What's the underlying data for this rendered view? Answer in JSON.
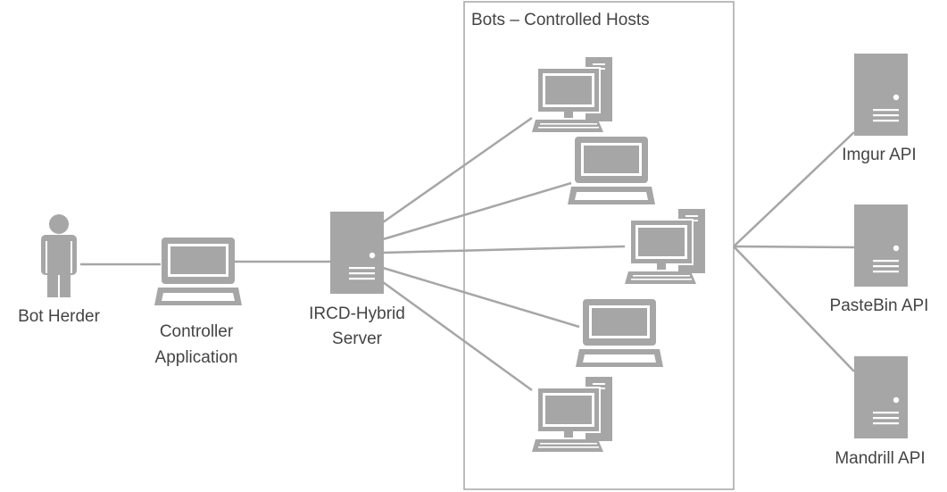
{
  "diagram": {
    "group_title": "Bots – Controlled Hosts",
    "nodes": {
      "bot_herder": {
        "label": "Bot Herder"
      },
      "controller": {
        "label_line1": "Controller",
        "label_line2": "Application"
      },
      "ircd": {
        "label_line1": "IRCD-Hybrid",
        "label_line2": "Server"
      },
      "imgur": {
        "label": "Imgur API"
      },
      "pastebin": {
        "label": "PasteBin API"
      },
      "mandrill": {
        "label": "Mandrill API"
      }
    },
    "bots": [
      {
        "device": "desktop-computer"
      },
      {
        "device": "laptop"
      },
      {
        "device": "desktop-computer"
      },
      {
        "device": "laptop"
      },
      {
        "device": "desktop-computer"
      }
    ],
    "connections": [
      [
        "bot_herder",
        "controller"
      ],
      [
        "controller",
        "ircd"
      ],
      [
        "ircd",
        "bot-1"
      ],
      [
        "ircd",
        "bot-2"
      ],
      [
        "ircd",
        "bot-3"
      ],
      [
        "ircd",
        "bot-4"
      ],
      [
        "ircd",
        "bot-5"
      ],
      [
        "bots",
        "imgur"
      ],
      [
        "bots",
        "pastebin"
      ],
      [
        "bots",
        "mandrill"
      ]
    ],
    "colors": {
      "icon": "#a6a6a6",
      "line": "#a6a6a6",
      "border": "#a6a6a6",
      "text": "#444444"
    }
  }
}
